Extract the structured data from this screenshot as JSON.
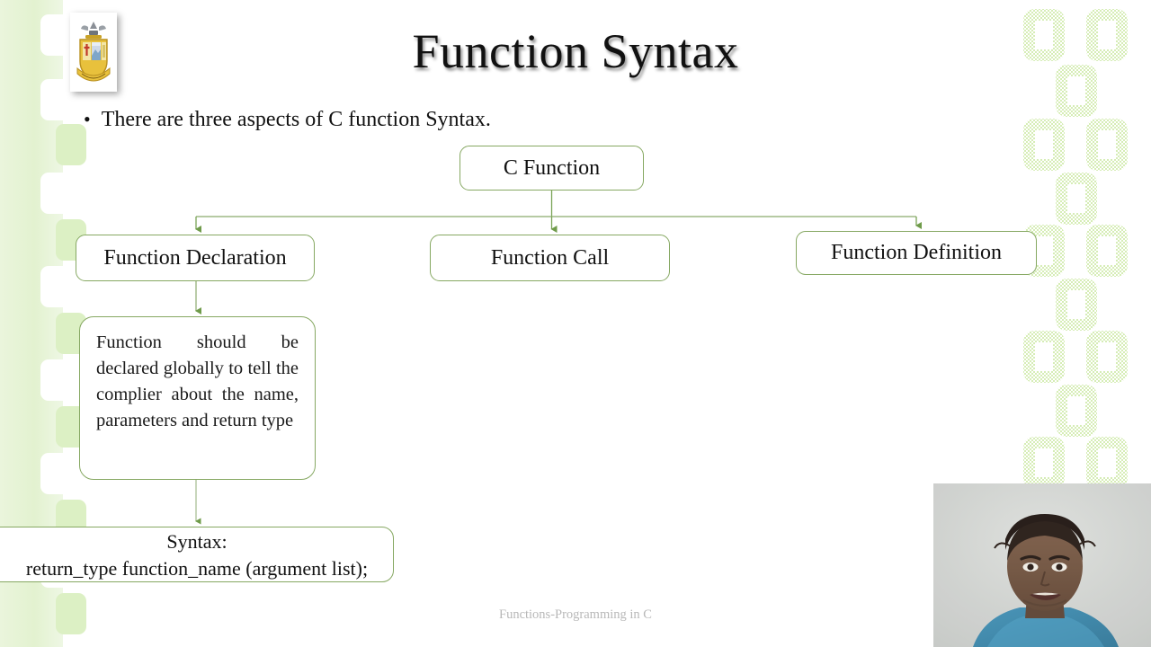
{
  "slide": {
    "title": "Function Syntax",
    "bullet": "There are three aspects of  C function Syntax.",
    "bullet_marker": "•",
    "footer": "Functions-Programming in C"
  },
  "diagram": {
    "root": {
      "label": "C Function"
    },
    "children": [
      {
        "label": "Function Declaration"
      },
      {
        "label": "Function Call"
      },
      {
        "label": "Function Definition"
      }
    ],
    "declaration_detail": {
      "description": "Function should be declared globally to tell the complier about the name, parameters and return type",
      "syntax_heading": "Syntax:",
      "syntax_body": "return_type function_name (argument list);"
    }
  },
  "branding": {
    "logo_name": "college-crest-logo"
  },
  "colors": {
    "box_border": "#86a862",
    "connector": "#6f9b4a",
    "band_green": "#e3f2d0",
    "pattern_green": "#d6edb6",
    "footer_text": "#b8b8b8",
    "title_text": "#111111"
  },
  "webcam": {
    "label": "presenter-webcam-overlay"
  }
}
